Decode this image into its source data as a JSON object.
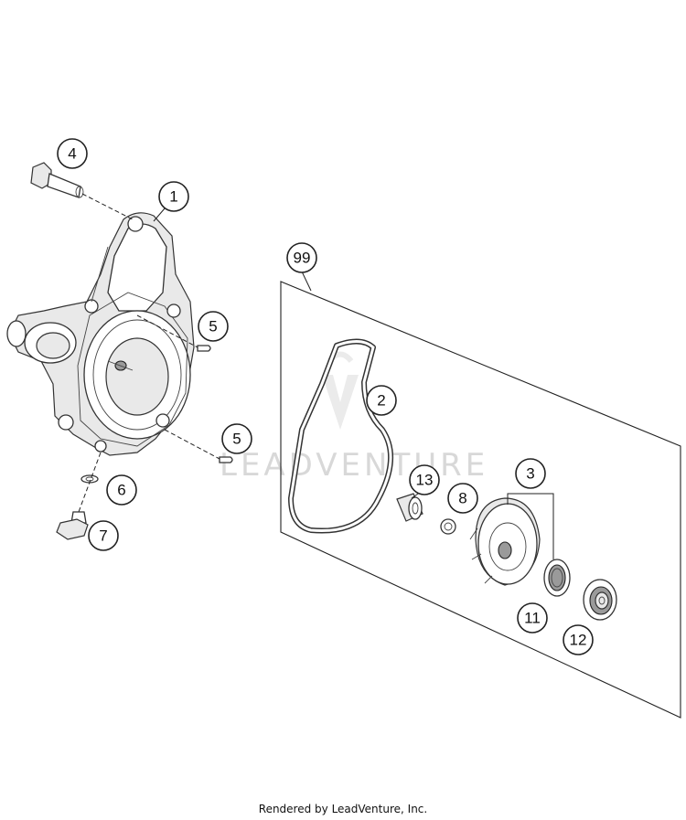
{
  "callouts": [
    {
      "id": "c1",
      "label": "1"
    },
    {
      "id": "c2",
      "label": "2"
    },
    {
      "id": "c3",
      "label": "3"
    },
    {
      "id": "c4",
      "label": "4"
    },
    {
      "id": "c5a",
      "label": "5"
    },
    {
      "id": "c5b",
      "label": "5"
    },
    {
      "id": "c6",
      "label": "6"
    },
    {
      "id": "c7",
      "label": "7"
    },
    {
      "id": "c8",
      "label": "8"
    },
    {
      "id": "c11",
      "label": "11"
    },
    {
      "id": "c12",
      "label": "12"
    },
    {
      "id": "c13",
      "label": "13"
    },
    {
      "id": "c99",
      "label": "99"
    }
  ],
  "watermark": {
    "text": "LEADVENTURE"
  },
  "footer": {
    "text": "Rendered by LeadVenture, Inc."
  }
}
